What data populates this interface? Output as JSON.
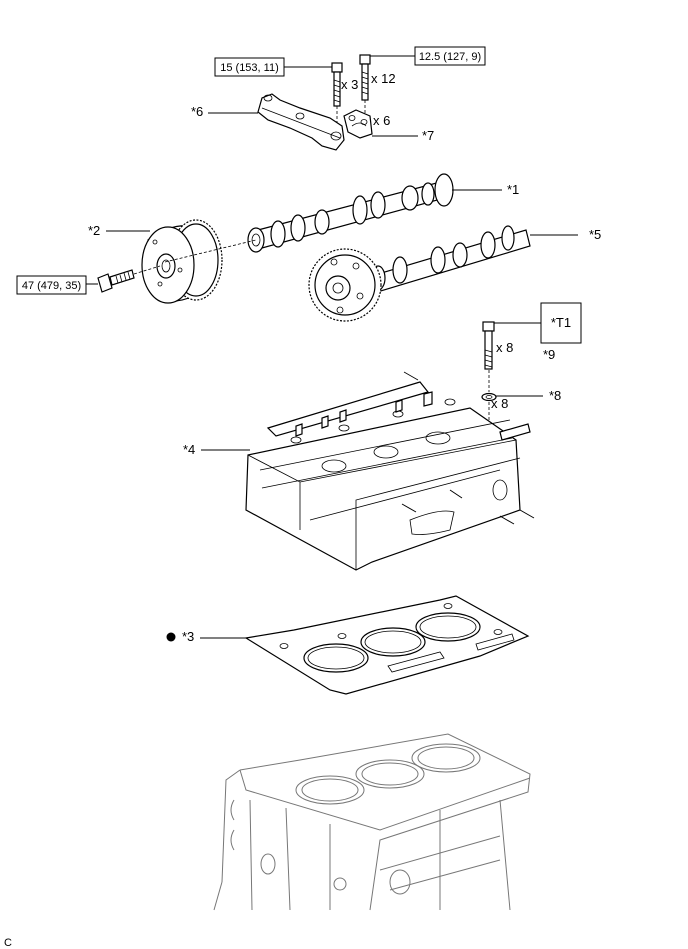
{
  "torques": {
    "cap_bolt": "15 (153, 11)",
    "housing_bolt": "12.5 (127, 9)",
    "gear_bolt": "47 (479, 35)"
  },
  "quantities": {
    "cap_bolt": "x 3",
    "housing_bolt": "x 12",
    "caps": "x 6",
    "head_bolt": "x 8",
    "washer": "x 8"
  },
  "callouts": {
    "camshaft": "*1",
    "gear": "*2",
    "gasket": "*3",
    "head": "*4",
    "camshaft2": "*5",
    "housing": "*6",
    "bearing_cap": "*7",
    "washer": "*8",
    "head_bolt": "*9",
    "tool": "*T1"
  },
  "corner_letter": "C",
  "icons": {
    "non_reusable": "filled-circle"
  }
}
